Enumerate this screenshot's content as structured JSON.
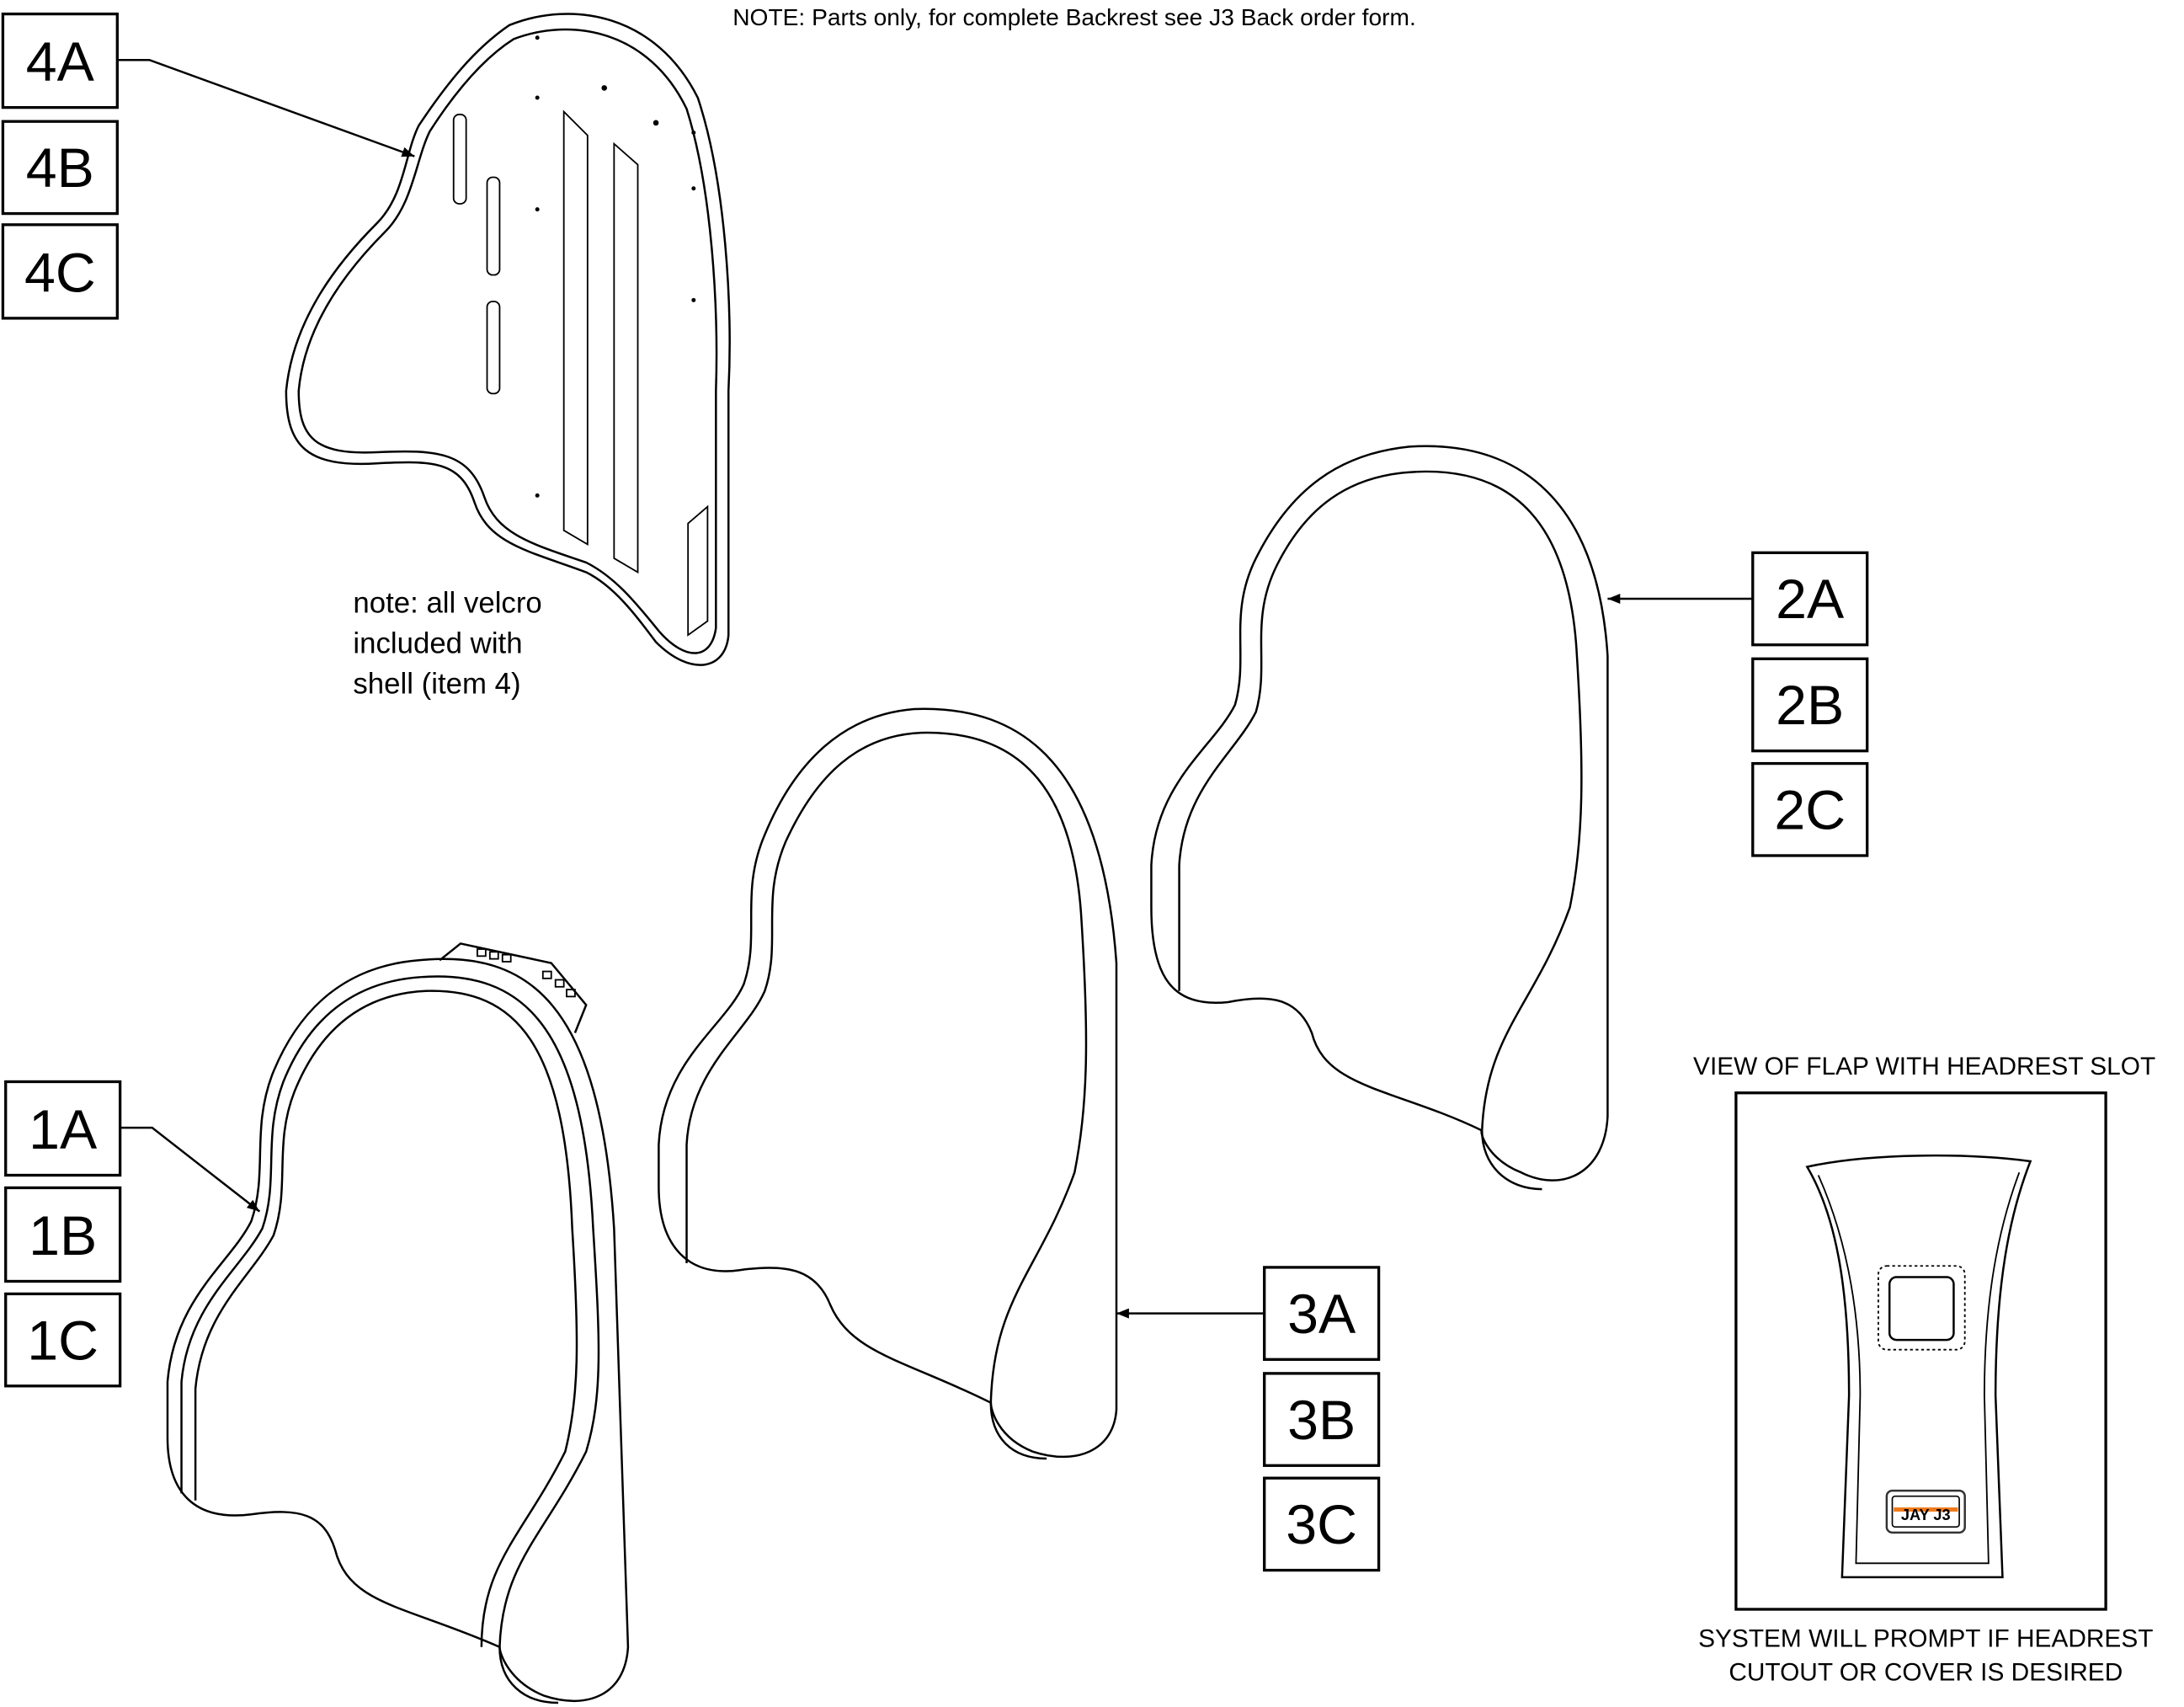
{
  "notes": {
    "top": "NOTE: Parts only, for complete Backrest see J3 Back order form.",
    "velcro": [
      "note: all velcro",
      "included with",
      "shell (item 4)"
    ],
    "flap_title": "VIEW OF FLAP WITH HEADREST SLOT",
    "prompt": [
      "SYSTEM WILL PROMPT IF HEADREST",
      "CUTOUT OR COVER IS DESIRED"
    ]
  },
  "callouts": {
    "item4": [
      "4A",
      "4B",
      "4C"
    ],
    "item2": [
      "2A",
      "2B",
      "2C"
    ],
    "item1": [
      "1A",
      "1B",
      "1C"
    ],
    "item3": [
      "3A",
      "3B",
      "3C"
    ]
  },
  "logo": {
    "text": "JAY J3",
    "accent": "#f07a1a"
  }
}
